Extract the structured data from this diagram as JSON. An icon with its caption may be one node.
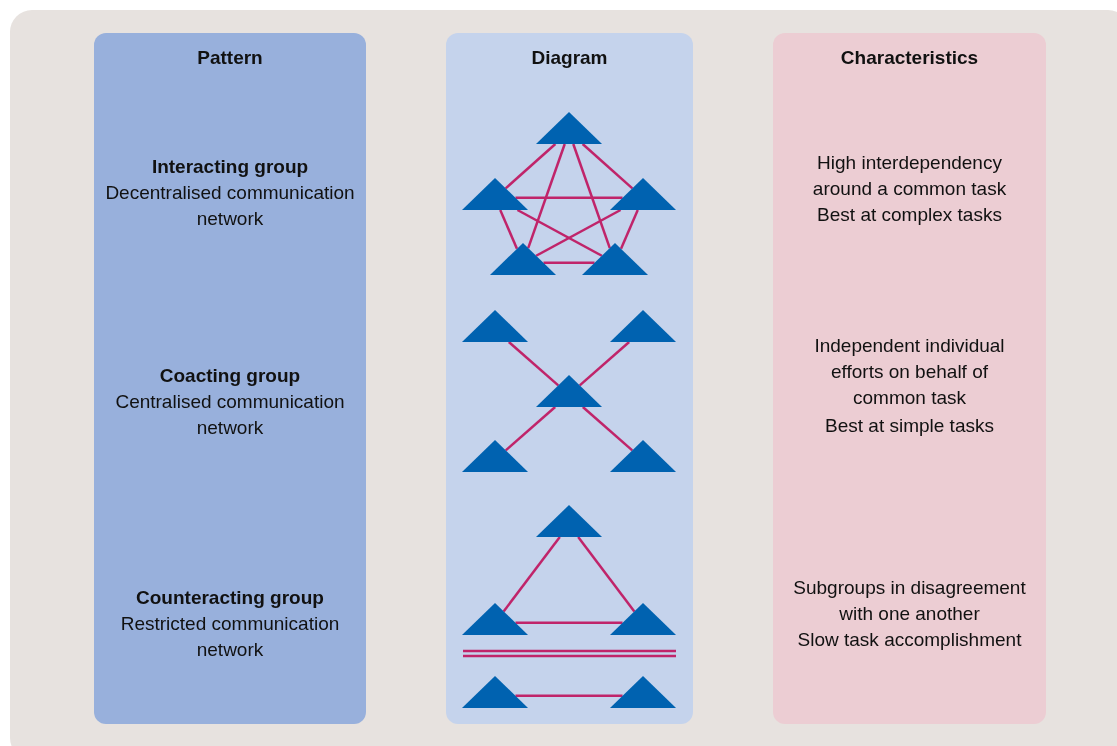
{
  "diagram": {
    "nodes": [
      {
        "text": [
          "Pattern",
          "Interacting group",
          "Decentralised communication network",
          "Coacting group",
          "Centralised communication network",
          "Counteracting group",
          "Restricted communication network"
        ]
      },
      {
        "text": [
          "Diagram"
        ]
      },
      {
        "text": [
          "Characteristics",
          "High interdependency around a common task",
          "Best at complex tasks",
          "Independent individual efforts on behalf of common task",
          "Best at simple tasks",
          "Subgroups in disagreement with one another",
          "Slow task accomplishment"
        ]
      },
      {
        "text": [],
        "shape": "triangle",
        "in": 1
      },
      {
        "text": [],
        "shape": "triangle",
        "in": 1
      },
      {
        "text": [],
        "shape": "triangle",
        "in": 1
      },
      {
        "text": [],
        "shape": "triangle",
        "in": 1
      },
      {
        "text": [],
        "shape": "triangle",
        "in": 1
      },
      {
        "text": [],
        "shape": "triangle",
        "in": 1
      },
      {
        "text": [],
        "shape": "triangle",
        "in": 1
      },
      {
        "text": [],
        "shape": "triangle",
        "in": 1
      },
      {
        "text": [],
        "shape": "triangle",
        "in": 1
      },
      {
        "text": [],
        "shape": "triangle",
        "in": 1
      },
      {
        "text": [],
        "shape": "triangle",
        "in": 1
      },
      {
        "text": [],
        "shape": "triangle",
        "in": 1
      },
      {
        "text": [],
        "shape": "triangle",
        "in": 1
      },
      {
        "text": [],
        "shape": "triangle",
        "in": 1
      },
      {
        "text": [],
        "shape": "triangle",
        "in": 1
      }
    ],
    "edges": [
      {
        "from": 3,
        "to": 4,
        "arrow": "none"
      },
      {
        "from": 3,
        "to": 5,
        "arrow": "none"
      },
      {
        "from": 3,
        "to": 6,
        "arrow": "none"
      },
      {
        "from": 3,
        "to": 7,
        "arrow": "none"
      },
      {
        "from": 4,
        "to": 5,
        "arrow": "none"
      },
      {
        "from": 4,
        "to": 6,
        "arrow": "none"
      },
      {
        "from": 4,
        "to": 7,
        "arrow": "none"
      },
      {
        "from": 5,
        "to": 6,
        "arrow": "none"
      },
      {
        "from": 5,
        "to": 7,
        "arrow": "none"
      },
      {
        "from": 6,
        "to": 7,
        "arrow": "none"
      },
      {
        "from": 8,
        "to": 10,
        "arrow": "none"
      },
      {
        "from": 9,
        "to": 10,
        "arrow": "none"
      },
      {
        "from": 10,
        "to": 11,
        "arrow": "none"
      },
      {
        "from": 10,
        "to": 12,
        "arrow": "none"
      },
      {
        "from": 13,
        "to": 14,
        "arrow": "none"
      },
      {
        "from": 13,
        "to": 15,
        "arrow": "none"
      },
      {
        "from": 14,
        "to": 15,
        "arrow": "none"
      },
      {
        "from": 16,
        "to": 17,
        "arrow": "none"
      }
    ]
  }
}
